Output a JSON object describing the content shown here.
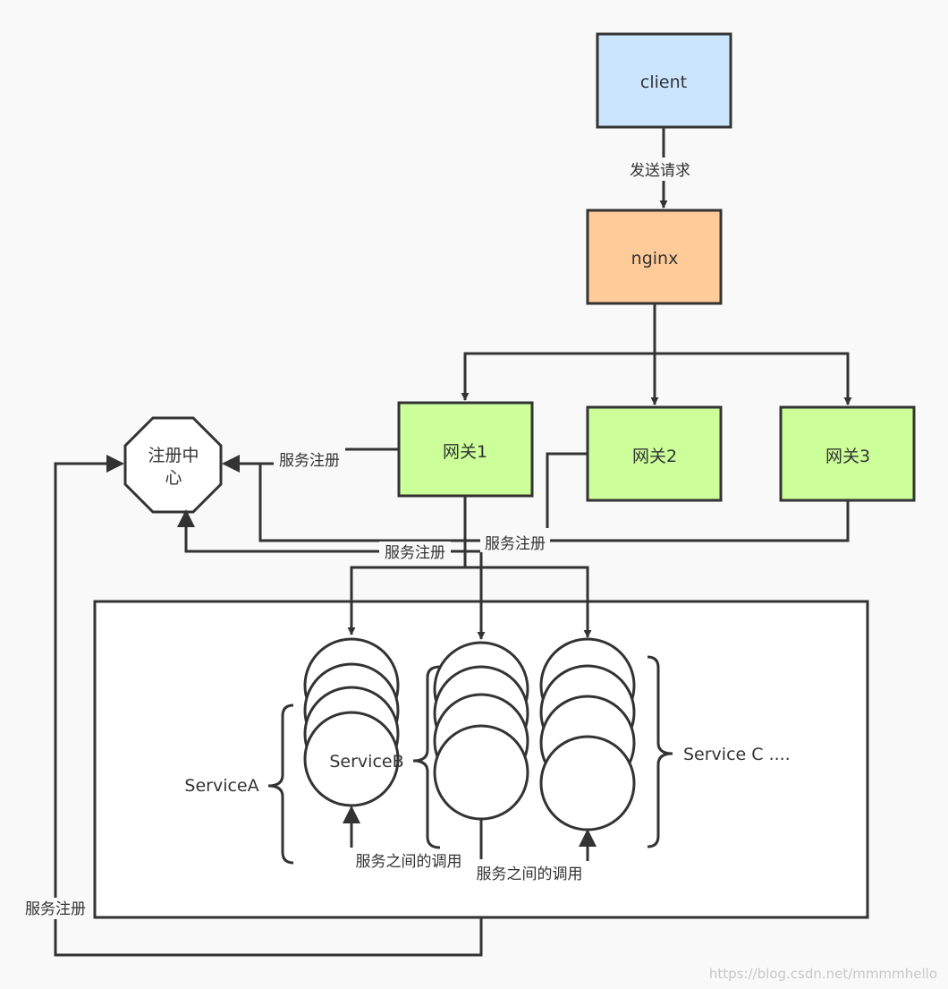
{
  "nodes": {
    "client": {
      "label": "client",
      "fill": "#cce5ff"
    },
    "nginx": {
      "label": "nginx",
      "fill": "#ffcc99"
    },
    "gateway1": {
      "label": "网关1",
      "fill": "#ccff99"
    },
    "gateway2": {
      "label": "网关2",
      "fill": "#ccff99"
    },
    "gateway3": {
      "label": "网关3",
      "fill": "#ccff99"
    },
    "registry": {
      "label_line1": "注册中",
      "label_line2": "心",
      "fill": "#ffffff"
    }
  },
  "services": {
    "service_a": {
      "label": "ServiceA"
    },
    "service_b": {
      "label": "ServiceB"
    },
    "service_c": {
      "label": "Service C ...."
    }
  },
  "edges": {
    "send_request": "发送请求",
    "register_gateway1": "服务注册",
    "register_gateways": "服务注册",
    "register_services": "服务注册",
    "register_outer": "服务注册",
    "inter_service_call_1": "服务之间的调用",
    "inter_service_call_2": "服务之间的调用"
  },
  "colors": {
    "stroke": "#333333",
    "background": "#f9f9f9"
  },
  "watermark": "https://blog.csdn.net/mmmmhello"
}
